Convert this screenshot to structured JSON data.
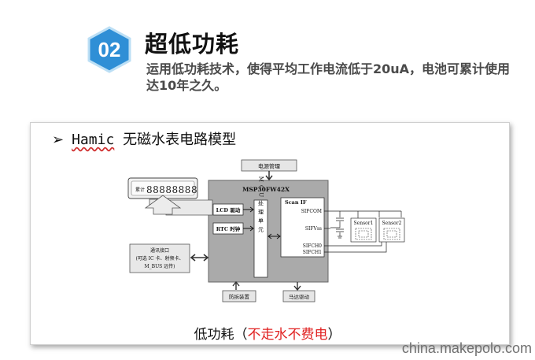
{
  "header": {
    "number": "02",
    "title": "超低功耗",
    "subtitle": "运用低功耗技术，使得平均工作电流低于20uA，电池可累计使用达10年之久。"
  },
  "diagram": {
    "heading_bullet": "➢",
    "heading_brand": "Hamic",
    "heading_rest": " 无磁水表电路模型",
    "power_label": "电源管理",
    "mcu_label": "MSP30FW42X",
    "lcd_driver": "LCD 驱动",
    "rtc": "RTC 时钟",
    "cpu_text": "MCU处理单元",
    "scan_if": "Scan IF",
    "sifcom": "SIFCOM",
    "sifvss": "SIFVss",
    "sifch0": "SIFCH0",
    "sifch1": "SIFCH1",
    "sensor1": "Sensor1",
    "sensor2": "Sensor2",
    "display_prefix": "累计",
    "display_digits": "88888888",
    "comm_line1": "通讯接口",
    "comm_line2": "(可选 IC 卡、射频卡、",
    "comm_line3": "M_BUS 远传)",
    "anti_tamper": "防拆装置",
    "motor_drive": "马达驱动",
    "caption_black": "低功耗（",
    "caption_red": "不走水不费电",
    "caption_end": "）"
  },
  "watermark": "china.makepolo.com",
  "colors": {
    "accent_blue": "#2f8fd6",
    "caption_red": "#e02020"
  }
}
